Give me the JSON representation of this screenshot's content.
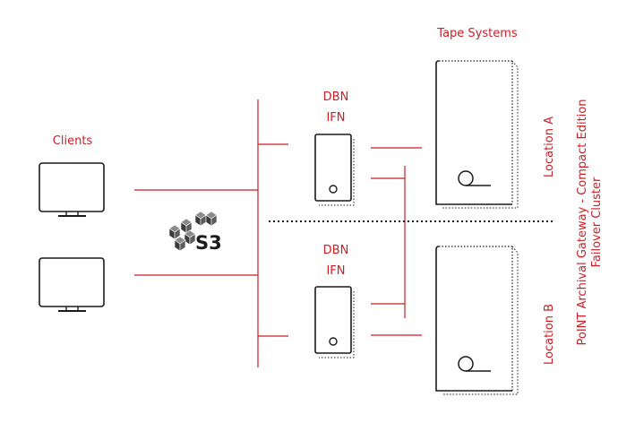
{
  "labels": {
    "clients": "Clients",
    "tape_systems": "Tape Systems",
    "dbn_a": "DBN",
    "ifn_a": "IFN",
    "dbn_b": "DBN",
    "ifn_b": "IFN",
    "location_a": "Location  A",
    "location_b": "Location B",
    "title_line1": "PoINT Archival Gateway - Compact Edition",
    "title_line2": "Failover Cluster",
    "s3": "S3"
  },
  "colors": {
    "accent_red": "#cc1f26",
    "device_stroke": "#1a1a1a",
    "s3_cube": "#4d4d4d"
  },
  "icons": {
    "clients": "monitor-icon",
    "nodes": "server-tower-icon",
    "tape": "tape-library-icon",
    "s3": "aws-s3-logo"
  }
}
